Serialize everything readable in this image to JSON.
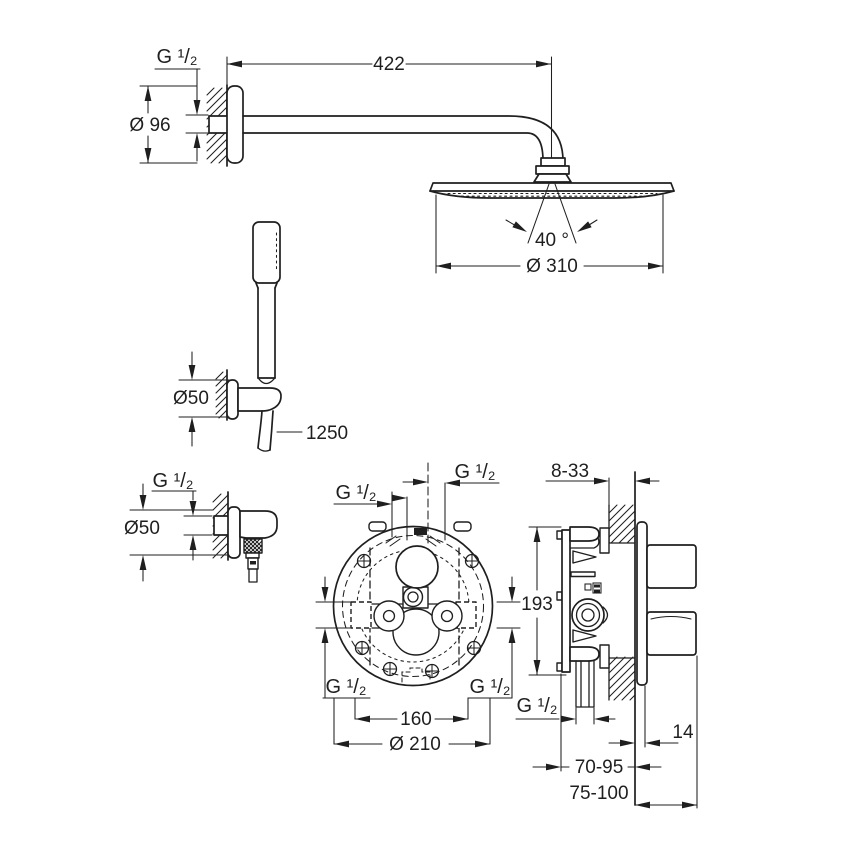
{
  "drawing": {
    "type": "technical-dimension-diagram",
    "subject": "concealed shower set installation drawing (head shower with arm, hand shower with holder, wall elbow, concealed thermostat rough-in front and side view)",
    "colors": {
      "line": "#1f1f1f",
      "background": "#ffffff"
    },
    "labels": {
      "g_half": "G ¹/₂",
      "dim_422": "422",
      "dim_96": "Ø 96",
      "dim_310": "Ø 310",
      "angle_40": "40 °",
      "dim_1250": "1250",
      "dim_50_holder": "Ø50",
      "dim_50_elbow": "Ø50",
      "dim_193": "193",
      "dim_8_33": "8-33",
      "dim_160": "160",
      "dim_210": "Ø 210",
      "dim_14": "14",
      "dim_70_95": "70-95",
      "dim_75_100": "75-100"
    }
  }
}
